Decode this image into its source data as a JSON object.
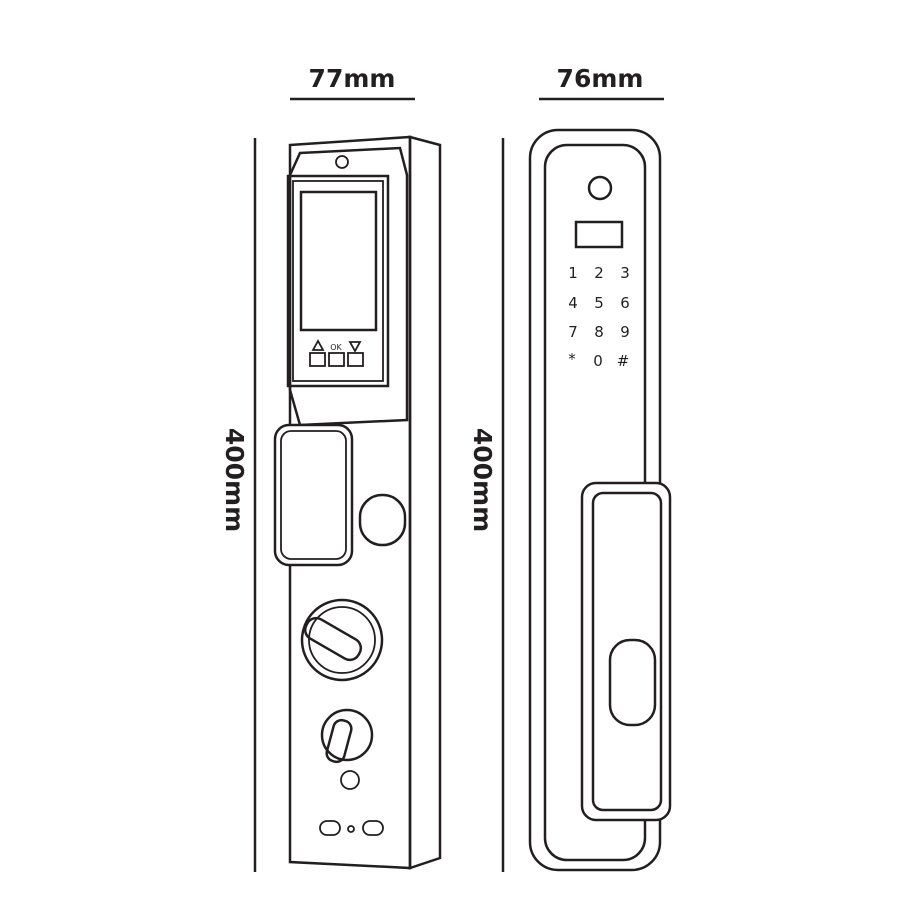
{
  "dimensions": {
    "left_width": "77mm",
    "right_width": "76mm",
    "left_height": "400mm",
    "right_height": "400mm"
  },
  "left_lock": {
    "ok_label": "OK"
  },
  "right_lock": {
    "keypad": [
      "1",
      "2",
      "3",
      "4",
      "5",
      "6",
      "7",
      "8",
      "9",
      "*",
      "0",
      "#"
    ]
  },
  "colors": {
    "line": "#231f20",
    "background": "#ffffff"
  }
}
